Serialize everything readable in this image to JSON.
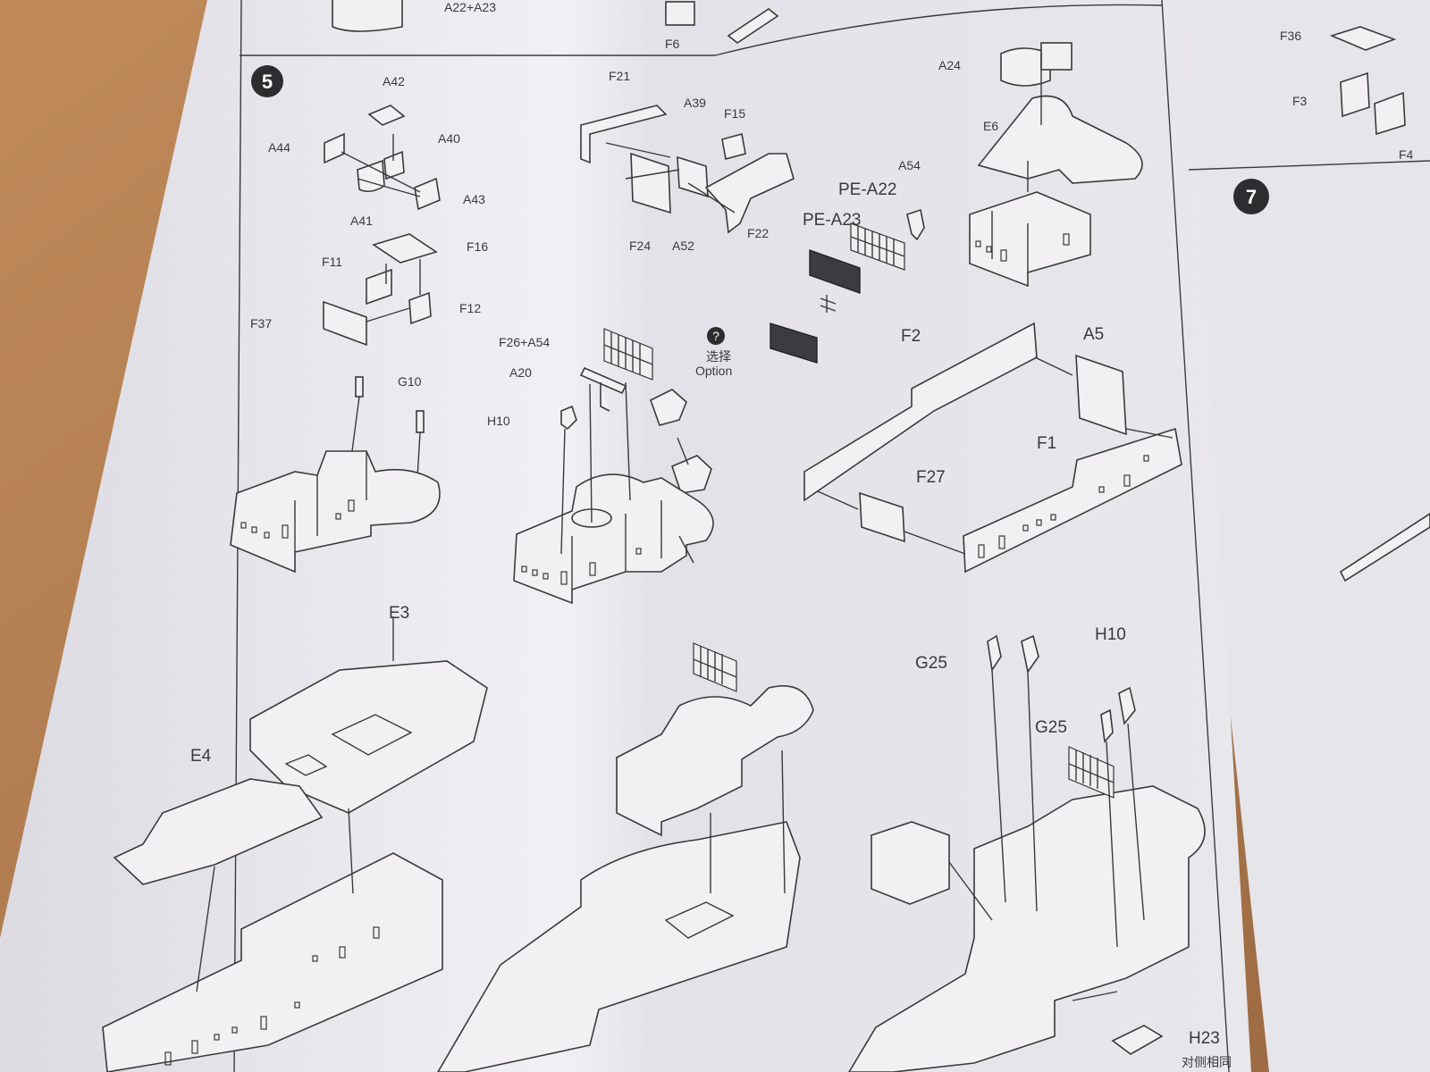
{
  "steps": [
    {
      "number": "5"
    },
    {
      "number": "7"
    }
  ],
  "labels": {
    "top_a22a23": "A22+A23",
    "top_f6": "F6",
    "a42": "A42",
    "a44": "A44",
    "a40": "A40",
    "a43": "A43",
    "a41": "A41",
    "f16": "F16",
    "f11": "F11",
    "f12": "F12",
    "f37": "F37",
    "g10": "G10",
    "f21": "F21",
    "a39": "A39",
    "f15": "F15",
    "f24": "F24",
    "a52": "A52",
    "f22": "F22",
    "pe_a22": "PE-A22",
    "pe_a23": "PE-A23",
    "a54": "A54",
    "f26a54": "F26+A54",
    "a20": "A20",
    "h10_mid": "H10",
    "option_cn": "选择",
    "option_en": "Option",
    "option_marker": "?",
    "a24": "A24",
    "e6": "E6",
    "f2": "F2",
    "a5": "A5",
    "f1": "F1",
    "f27": "F27",
    "e3": "E3",
    "e4": "E4",
    "g25_a": "G25",
    "h10_right": "H10",
    "g25_b": "G25",
    "h23": "H23",
    "h23_note": "对侧相同",
    "f36": "F36",
    "f3": "F3",
    "f4": "F4"
  },
  "colors": {
    "paper": "#eeedf1",
    "ink": "#3a3a3a",
    "table_wood": "#b07a4e",
    "photo_etch": "#3c3c40"
  }
}
